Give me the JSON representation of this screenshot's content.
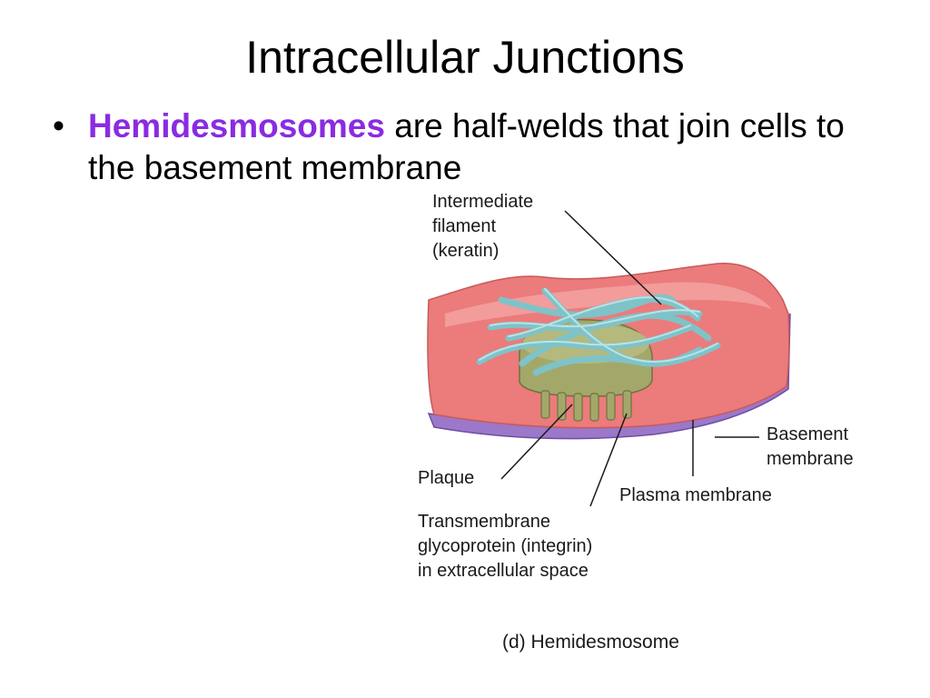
{
  "slide": {
    "title": "Intracellular Junctions",
    "bullet_symbol": "•",
    "bullet_term": "Hemidesmosomes",
    "bullet_rest": " are half-welds that join cells to the basement membrane",
    "term_color": "#8a2be2"
  },
  "figure": {
    "labels": {
      "intermediate_line1": "Intermediate",
      "intermediate_line2": "filament",
      "intermediate_line3": "(keratin)",
      "basement_line1": "Basement",
      "basement_line2": "membrane",
      "plaque": "Plaque",
      "plasma_membrane": "Plasma membrane",
      "transmembrane_line1": "Transmembrane",
      "transmembrane_line2": "glycoprotein (integrin)",
      "transmembrane_line3": "in extracellular space"
    },
    "caption": "(d) Hemidesmosome",
    "colors": {
      "cell_membrane": "#ec7b7b",
      "basement_membrane": "#9b78c9",
      "plaque": "#a3a86a",
      "filaments": "#7ec3c8"
    }
  }
}
